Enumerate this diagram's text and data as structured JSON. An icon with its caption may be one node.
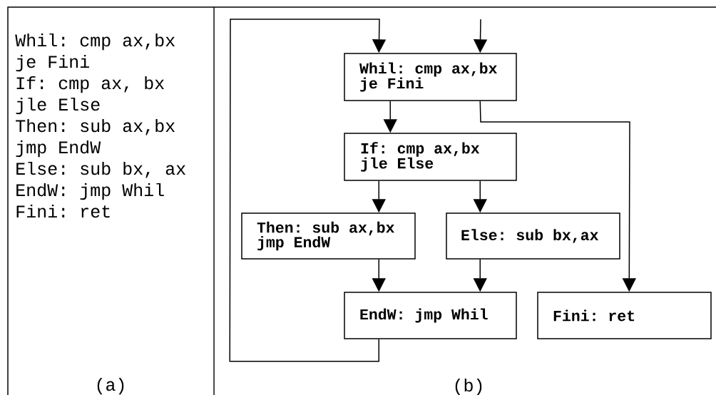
{
  "diagram": {
    "nodes": [
      {
        "text": [
          "Whil: cmp ax,bx je Fini"
        ]
      },
      {
        "text": [
          "If: cmp ax,bx jle Else"
        ]
      },
      {
        "text": [
          "Then: sub ax,bx jmp EndW"
        ]
      },
      {
        "text": [
          "Else: sub bx,ax"
        ]
      },
      {
        "text": [
          "EndW: jmp Whil"
        ]
      },
      {
        "text": [
          "Fini: ret"
        ]
      }
    ],
    "edges": [
      {
        "from": null,
        "to": 0,
        "arrow": "to"
      },
      {
        "from": 4,
        "to": 0,
        "arrow": "to"
      },
      {
        "from": 0,
        "to": 1,
        "arrow": "to"
      },
      {
        "from": 0,
        "to": 5,
        "arrow": "to"
      },
      {
        "from": 1,
        "to": 2,
        "arrow": "to"
      },
      {
        "from": 1,
        "to": 3,
        "arrow": "to"
      },
      {
        "from": 2,
        "to": 4,
        "arrow": "to"
      },
      {
        "from": 3,
        "to": 4,
        "arrow": "to"
      }
    ],
    "labels": [
      "Whil: cmp ax,bx",
      "je Fini",
      "If: cmp ax, bx",
      "jle Else",
      "Then: sub ax,bx",
      "jmp EndW",
      "Else: sub bx, ax",
      "EndW: jmp Whil",
      "Fini: ret",
      "(a)",
      "(b)"
    ]
  }
}
